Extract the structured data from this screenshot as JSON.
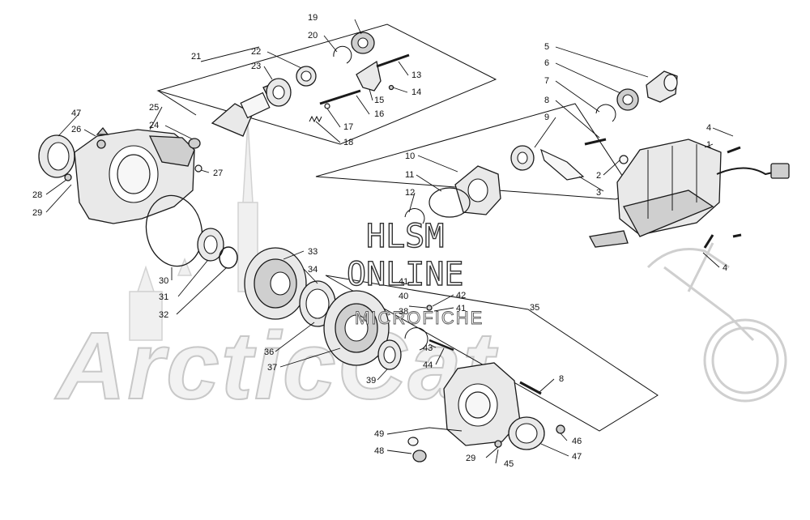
{
  "watermark": {
    "brand": "ArcticCat",
    "line1": "HLSM",
    "line2": "ONLINE",
    "line3": "MICROFICHE"
  },
  "callouts": {
    "c1": "1",
    "c2": "2",
    "c3": "3",
    "c4a": "4",
    "c4b": "4",
    "c5": "5",
    "c6": "6",
    "c7": "7",
    "c8a": "8",
    "c8b": "8",
    "c9": "9",
    "c10": "10",
    "c11": "11",
    "c12": "12",
    "c13": "13",
    "c14": "14",
    "c15": "15",
    "c16": "16",
    "c17": "17",
    "c18": "18",
    "c19": "19",
    "c20": "20",
    "c21": "21",
    "c22": "22",
    "c23": "23",
    "c24": "24",
    "c25": "25",
    "c26": "26",
    "c27": "27",
    "c28": "28",
    "c29a": "29",
    "c29b": "29",
    "c30": "30",
    "c31": "31",
    "c32": "32",
    "c33": "33",
    "c34": "34",
    "c35": "35",
    "c36": "36",
    "c37": "37",
    "c38": "38",
    "c39": "39",
    "c40": "40",
    "c41a": "41",
    "c41b": "41",
    "c42": "42",
    "c43": "43",
    "c44": "44",
    "c45": "45",
    "c46": "46",
    "c47a": "47",
    "c47b": "47",
    "c48": "48",
    "c49": "49"
  }
}
